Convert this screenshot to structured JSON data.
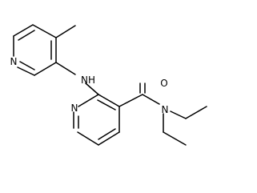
{
  "molecule": {
    "atom_labels": {
      "n_upper_ring": "N",
      "nh": "NH",
      "n_lower_ring": "N",
      "o": "O",
      "n_amide": "N"
    },
    "colors": {
      "line": "#000000",
      "background": "#ffffff"
    }
  }
}
